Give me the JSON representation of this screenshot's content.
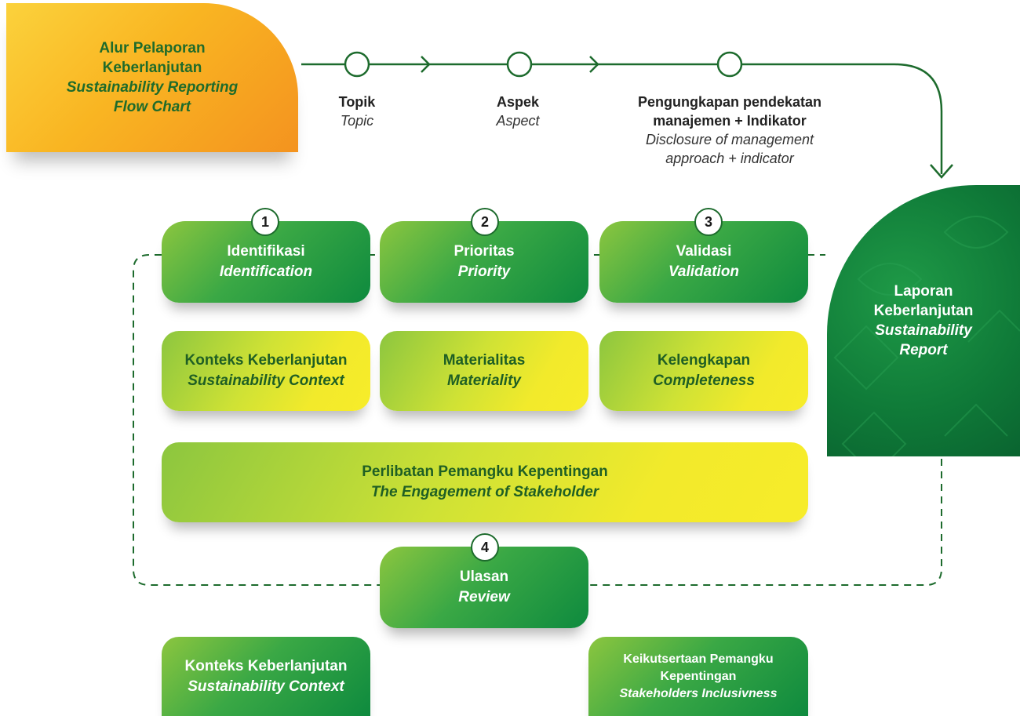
{
  "title": {
    "line1": "Alur Pelaporan",
    "line2": "Keberlanjutan",
    "line3": "Sustainability Reporting",
    "line4": "Flow Chart"
  },
  "steps": [
    {
      "label": "Topik",
      "sub": "Topic"
    },
    {
      "label": "Aspek",
      "sub": "Aspect"
    },
    {
      "label1": "Pengungkapan pendekatan",
      "label2": "manajemen + Indikator",
      "sub1": "Disclosure of management",
      "sub2": "approach + indicator"
    }
  ],
  "phases": [
    {
      "num": "1",
      "label": "Identifikasi",
      "sub": "Identification"
    },
    {
      "num": "2",
      "label": "Prioritas",
      "sub": "Priority"
    },
    {
      "num": "3",
      "label": "Validasi",
      "sub": "Validation"
    }
  ],
  "principles": [
    {
      "label": "Konteks Keberlanjutan",
      "sub": "Sustainability Context"
    },
    {
      "label": "Materialitas",
      "sub": "Materiality"
    },
    {
      "label": "Kelengkapan",
      "sub": "Completeness"
    }
  ],
  "engagement": {
    "label": "Perlibatan Pemangku Kepentingan",
    "sub": "The Engagement of Stakeholder"
  },
  "review": {
    "num": "4",
    "label": "Ulasan",
    "sub": "Review"
  },
  "report": {
    "line1": "Laporan",
    "line2": "Keberlanjutan",
    "line3": "Sustainability",
    "line4": "Report"
  },
  "bottom": [
    {
      "label": "Konteks Keberlanjutan",
      "sub": "Sustainability Context"
    },
    {
      "label1": "Keikutsertaan Pemangku",
      "label2": "Kepentingan",
      "sub": "Stakeholders Inclusivness"
    }
  ],
  "colors": {
    "dark_green": "#1d6b2d",
    "green": "#0e8a3e",
    "light_green": "#8cc63f",
    "yellow": "#f7ec2a",
    "orange": "#f4931f"
  }
}
